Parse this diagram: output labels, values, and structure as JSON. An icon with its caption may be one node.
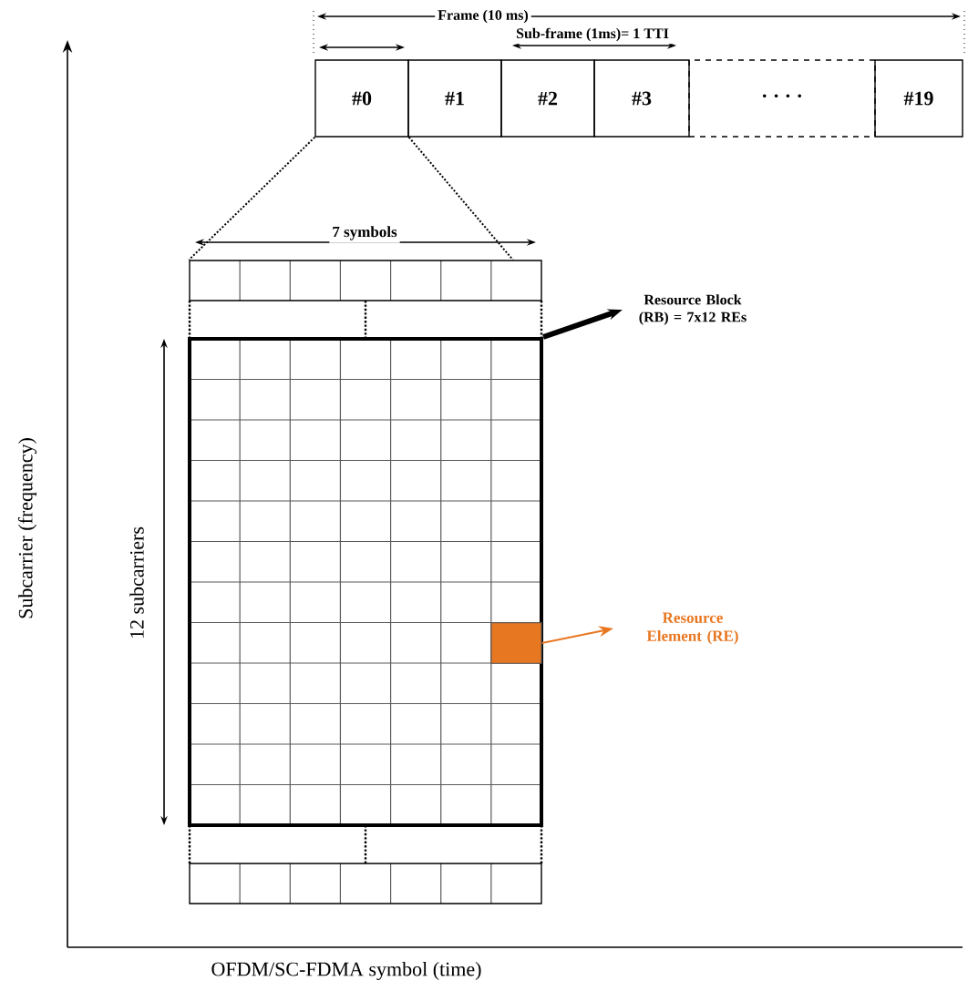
{
  "diagram": {
    "nodes": [
      {
        "text": [
          "#0"
        ]
      },
      {
        "text": [
          "#1"
        ]
      },
      {
        "text": [
          "#2"
        ]
      },
      {
        "text": [
          "#3"
        ]
      },
      {
        "text": [
          "· · · ·"
        ]
      },
      {
        "text": [
          "#19"
        ]
      },
      {
        "text": [],
        "shape": "box"
      },
      {
        "text": [],
        "shape": "box"
      },
      {
        "text": [
          "Resource Block (RB) = 7x12 REs"
        ]
      },
      {
        "text": [],
        "shape": "box",
        "in": 7
      },
      {
        "text": [
          "Resource Element (RE)"
        ]
      }
    ],
    "edges": [
      {
        "from": 0,
        "to": 6,
        "arrow": "none",
        "style": "dashed"
      },
      {
        "from": 0,
        "to": 6,
        "arrow": "none",
        "style": "dashed"
      },
      {
        "from": 7,
        "to": 8,
        "arrow": "to",
        "style": "thick"
      },
      {
        "from": 9,
        "to": 10,
        "arrow": "to",
        "color": "#e87722"
      }
    ],
    "labels": [
      "Frame (10 ms)",
      "Sub-frame (1ms)= 1 TTI",
      "7 symbols",
      "12 subcarriers",
      "Subcarrier (frequency)",
      "OFDM/SC-FDMA symbol (time)"
    ]
  }
}
